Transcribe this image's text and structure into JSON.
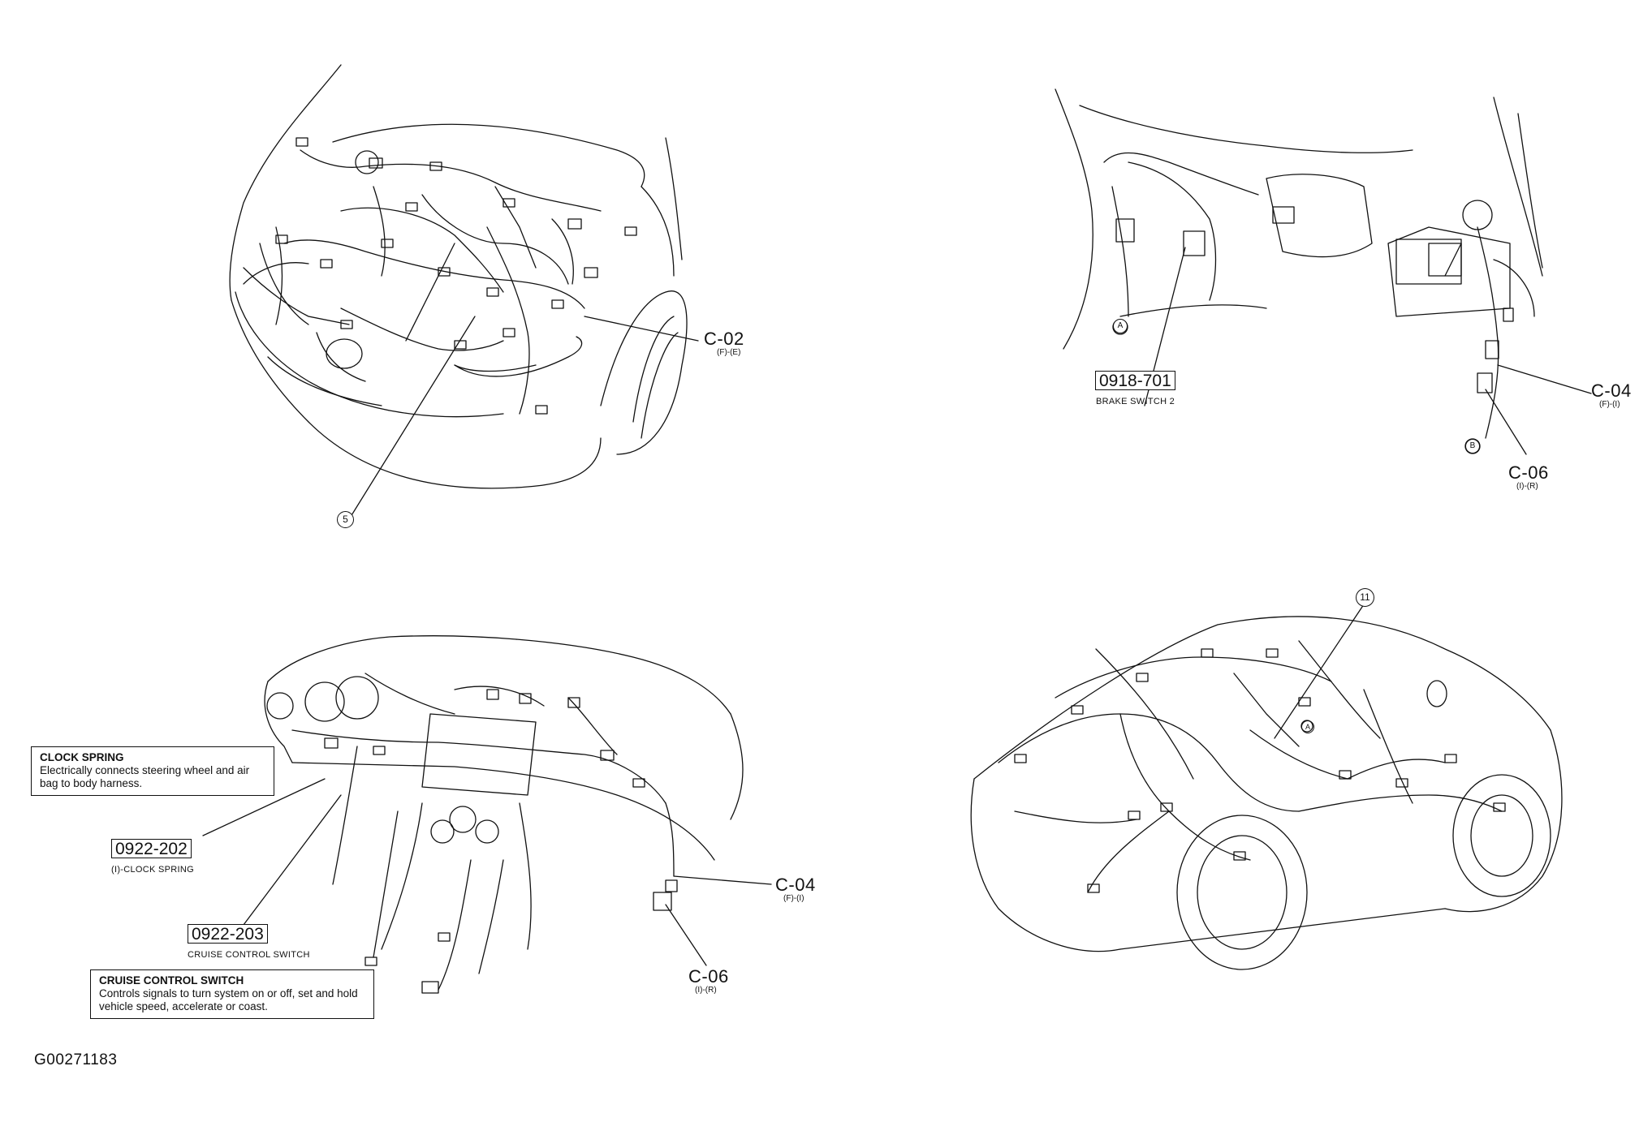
{
  "panel_top_left": {
    "connector_c02": {
      "code": "C-02",
      "sub": "(F)-(E)"
    },
    "callout_number": "5"
  },
  "panel_top_right": {
    "component": {
      "code": "0918-701",
      "name": "BRAKE SWITCH 2"
    },
    "connector_c04": {
      "code": "C-04",
      "sub": "(F)-(I)"
    },
    "connector_c06": {
      "code": "C-06",
      "sub": "(I)-(R)"
    },
    "marker_a": "A",
    "marker_b": "B"
  },
  "panel_bottom_left": {
    "clock_spring_note": {
      "title": "CLOCK SPRING",
      "body": "Electrically connects steering wheel and air bag to body harness."
    },
    "clock_spring": {
      "code": "0922-202",
      "name": "(I)-CLOCK SPRING"
    },
    "cruise_switch": {
      "code": "0922-203",
      "name": "CRUISE CONTROL SWITCH"
    },
    "cruise_note": {
      "title": "CRUISE CONTROL SWITCH",
      "body": "Controls signals to turn system on or off, set and hold vehicle speed, accelerate or coast."
    },
    "connector_c04": {
      "code": "C-04",
      "sub": "(F)-(I)"
    },
    "connector_c06": {
      "code": "C-06",
      "sub": "(I)-(R)"
    }
  },
  "panel_bottom_right": {
    "callout_number": "11",
    "marker_a": "A"
  },
  "figure_id": "G00271183"
}
